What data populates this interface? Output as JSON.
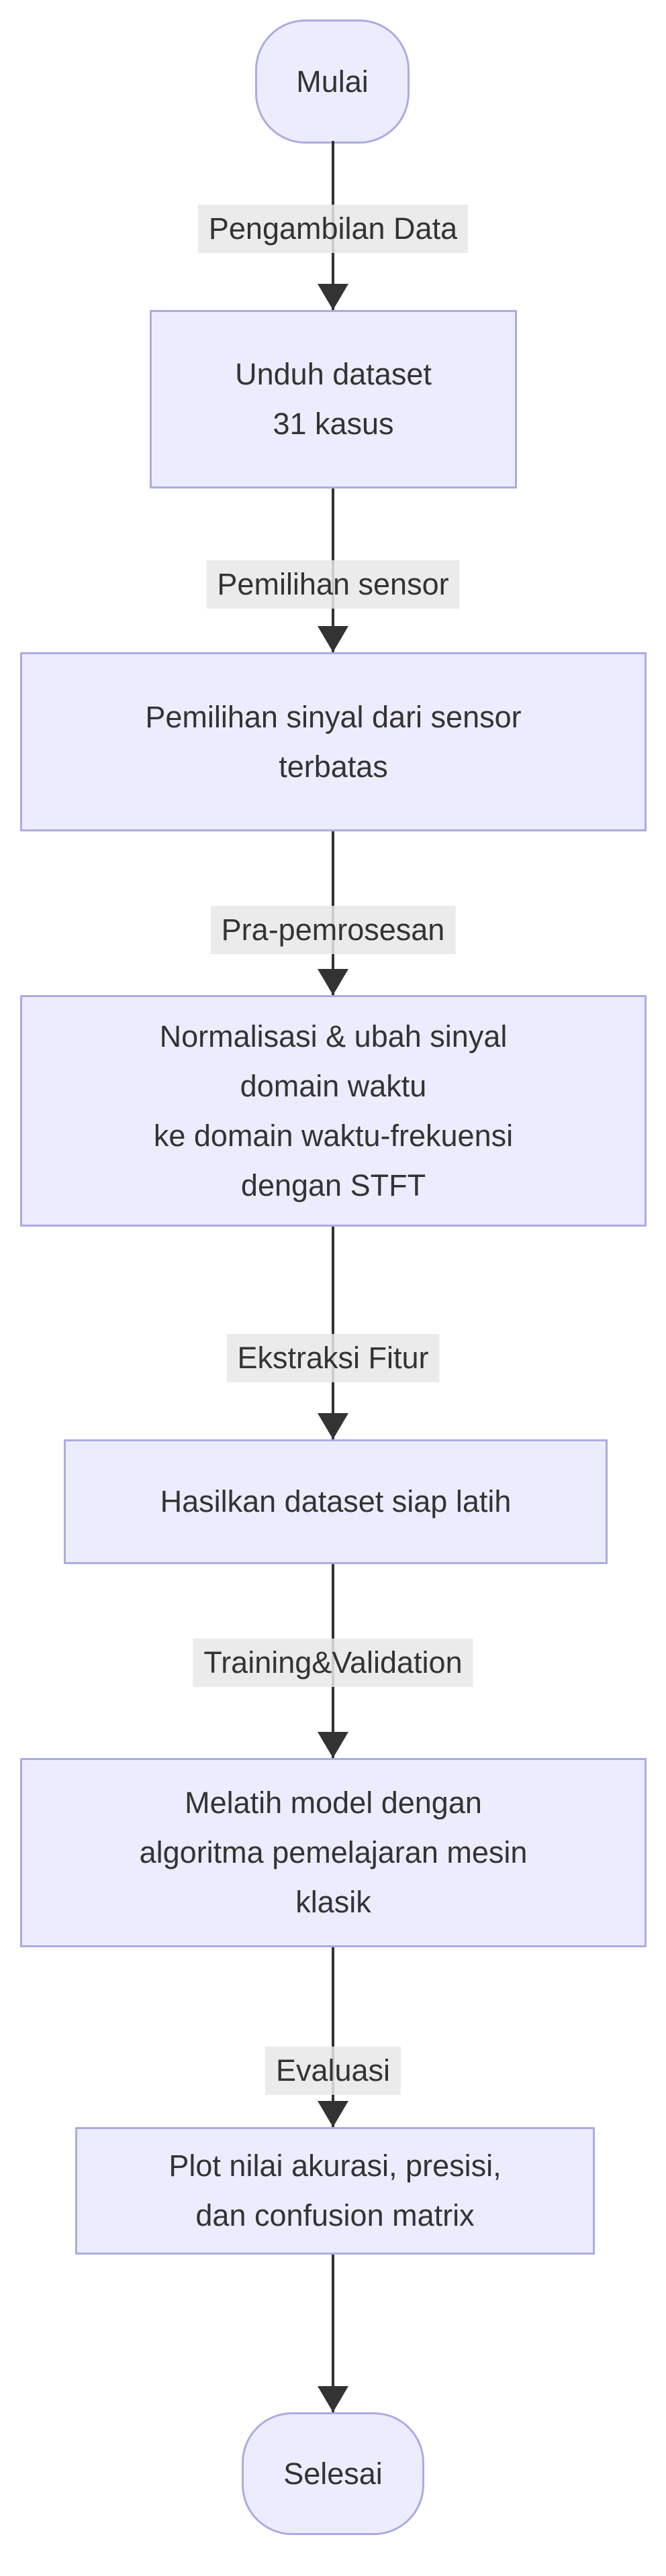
{
  "flowchart": {
    "type": "vertical-flowchart",
    "start_node": {
      "label": "Mulai"
    },
    "end_node": {
      "label": "Selesai"
    },
    "steps": [
      {
        "edge_label": "Pengambilan Data",
        "node_lines": [
          "Unduh dataset",
          "31 kasus"
        ]
      },
      {
        "edge_label": "Pemilihan sensor",
        "node_lines": [
          "Pemilihan sinyal dari sensor",
          "terbatas"
        ]
      },
      {
        "edge_label": "Pra-pemrosesan",
        "node_lines": [
          "Normalisasi & ubah sinyal",
          "domain waktu",
          "ke domain waktu-frekuensi",
          "dengan STFT"
        ]
      },
      {
        "edge_label": "Ekstraksi Fitur",
        "node_lines": [
          "Hasilkan dataset siap latih"
        ]
      },
      {
        "edge_label": "Training&Validation",
        "node_lines": [
          "Melatih model dengan",
          "algoritma pemelajaran mesin",
          "klasik"
        ]
      },
      {
        "edge_label": "Evaluasi",
        "node_lines": [
          "Plot nilai akurasi, presisi,",
          "dan confusion matrix"
        ]
      }
    ],
    "colors": {
      "node_fill": "#ECECFF",
      "node_border": "#ABABE3",
      "edge_line": "#333333",
      "arrowhead": "#333333",
      "edge_label_bg": "#e8e8e8",
      "text": "#333333",
      "background": "#ffffff"
    }
  }
}
